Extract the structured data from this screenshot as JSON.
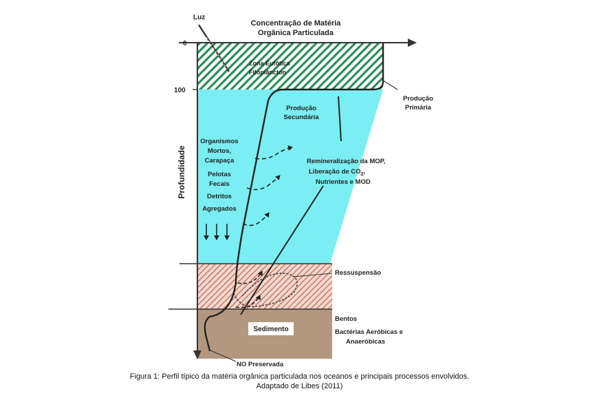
{
  "diagram": {
    "light_label": "Luz",
    "top_axis_title_line1": "Concentração de Matéria",
    "top_axis_title_line2": "Orgânica Particulada",
    "depth_tick_0": "0",
    "depth_tick_100": "100",
    "depth_axis_label": "Profundidade",
    "euphotic_line1": "Zona Eufótica",
    "euphotic_line2": "Fitoplâncton",
    "primary_production_line1": "Produção",
    "primary_production_line2": "Primária",
    "secondary_production_line1": "Produção",
    "secondary_production_line2": "Secundária",
    "sinking_items": [
      "Organismos",
      "Mortos,",
      "Carapaça",
      "Pelotas",
      "Fecais",
      "Detritos",
      "Agregados"
    ],
    "remineralization_line1": "Remineralização da MOP,",
    "remineralization_line2_prefix": "Liberação de CO",
    "remineralization_line2_subscript": "2",
    "remineralization_line2_suffix": ",",
    "remineralization_line3": "Nutrientes e MOD",
    "resuspension_label": "Ressuspensão",
    "benthos_label": "Bentos",
    "bacteria_line1": "Bactérias Aeróbicas e",
    "bacteria_line2": "Anaeróbicas",
    "sediment_label": "Sedimento",
    "preserved_label": "NO Preservada",
    "colors": {
      "water": "#7aeef2",
      "euphotic_hatch": "#2e8b57",
      "resuspension_fill": "#f3d6cc",
      "resuspension_hatch": "#b9654f",
      "sediment": "#b3987f"
    }
  },
  "caption": {
    "line1": "Figura 1: Perfil típico da matéria orgânica particulada nos oceanos e principais processos envolvidos.",
    "line2": "Adaptado de Libes (2011)"
  }
}
